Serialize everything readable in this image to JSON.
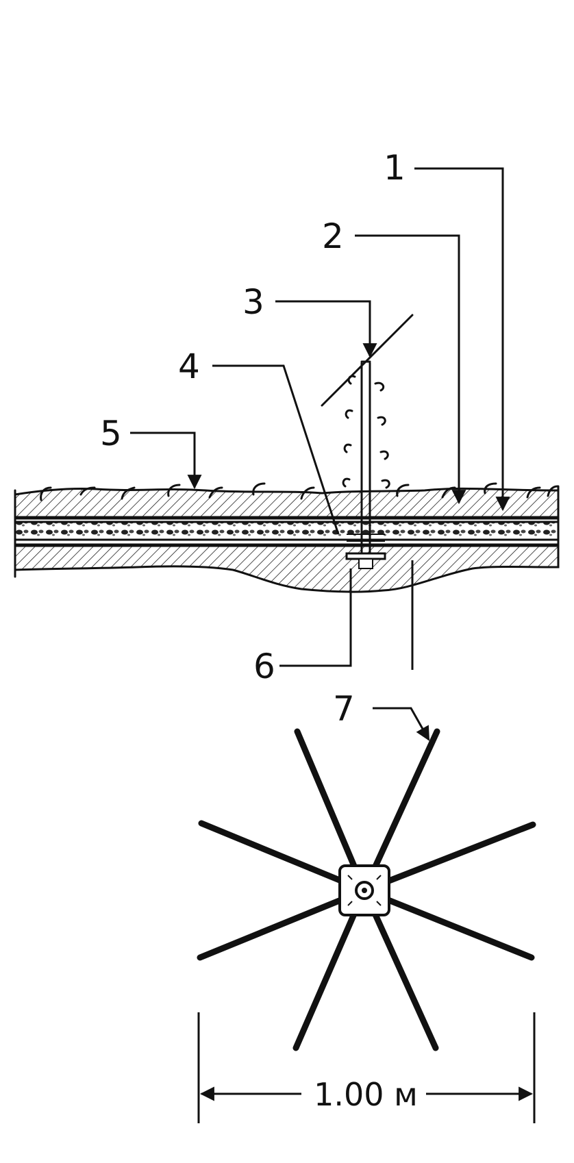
{
  "callouts": [
    {
      "id": "1",
      "label": "1"
    },
    {
      "id": "2",
      "label": "2"
    },
    {
      "id": "3",
      "label": "3"
    },
    {
      "id": "4",
      "label": "4"
    },
    {
      "id": "5",
      "label": "5"
    },
    {
      "id": "6",
      "label": "6"
    },
    {
      "id": "7",
      "label": "7"
    }
  ],
  "dimension": {
    "label": "1.00 м"
  }
}
